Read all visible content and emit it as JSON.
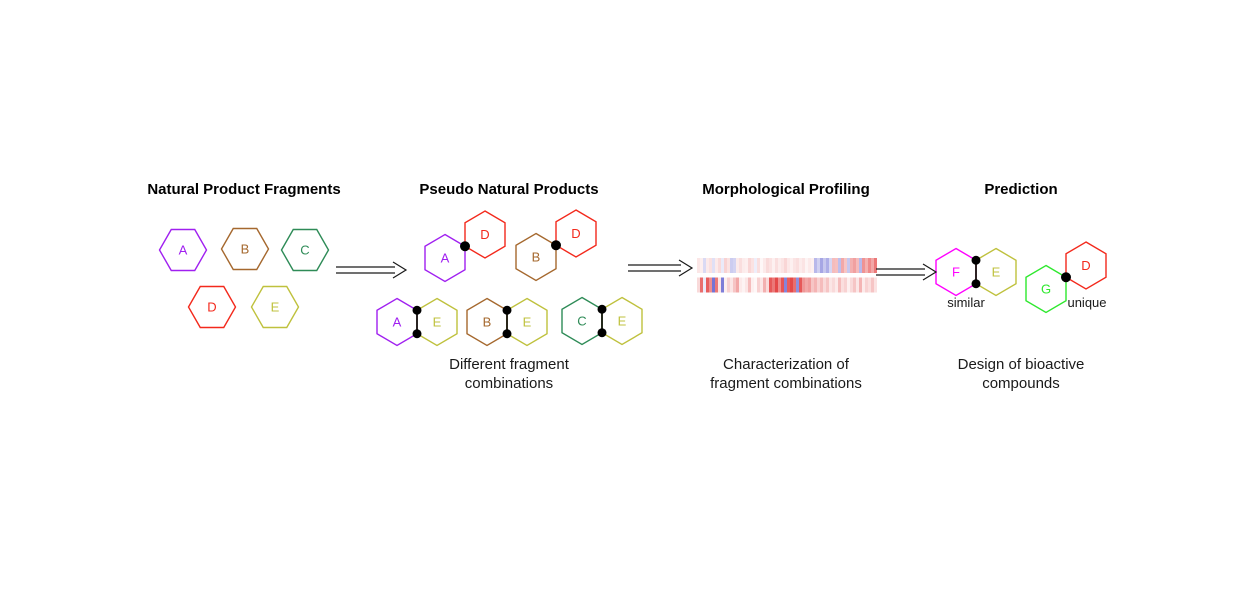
{
  "panels": {
    "fragments": {
      "title": "Natural Product Fragments",
      "singles": [
        "A",
        "B",
        "C",
        "D",
        "E"
      ]
    },
    "pseudo_np": {
      "title": "Pseudo Natural Products",
      "caption_lines": [
        "Different fragment",
        "combinations"
      ],
      "spiro_pairs": [
        [
          "A",
          "D"
        ],
        [
          "B",
          "D"
        ]
      ],
      "fused_pairs": [
        [
          "A",
          "E"
        ],
        [
          "B",
          "E"
        ],
        [
          "C",
          "E"
        ]
      ]
    },
    "profiling": {
      "title": "Morphological Profiling",
      "caption_lines": [
        "Characterization of",
        "fragment combinations"
      ],
      "positive_color": "#e03030",
      "negative_color": "#5555cc",
      "strip_rows": [
        [
          12,
          8,
          -22,
          10,
          15,
          -18,
          10,
          18,
          -12,
          22,
          14,
          -30,
          -26,
          10,
          16,
          9,
          8,
          20,
          14,
          -10,
          16,
          4,
          10,
          18,
          14,
          7,
          16,
          9,
          13,
          20,
          11,
          7,
          13,
          16,
          9,
          13,
          5,
          10,
          7,
          -42,
          -28,
          -52,
          -33,
          -48,
          -24,
          32,
          30,
          -38,
          42,
          28,
          -33,
          38,
          46,
          33,
          -42,
          52,
          38,
          56,
          42,
          65
        ],
        [
          18,
          70,
          -12,
          78,
          55,
          -82,
          65,
          12,
          -76,
          8,
          22,
          12,
          28,
          42,
          10,
          6,
          12,
          32,
          8,
          4,
          22,
          12,
          38,
          18,
          80,
          65,
          88,
          55,
          82,
          -72,
          78,
          88,
          70,
          -66,
          80,
          50,
          42,
          48,
          28,
          36,
          22,
          32,
          18,
          28,
          12,
          18,
          10,
          32,
          16,
          22,
          8,
          18,
          28,
          12,
          36,
          10,
          22,
          16,
          28,
          14
        ]
      ]
    },
    "prediction": {
      "title": "Prediction",
      "caption_lines": [
        "Design of bioactive",
        "compounds"
      ],
      "fused_pair": [
        "F",
        "E"
      ],
      "fused_label": "similar",
      "spiro_pair": [
        "G",
        "D"
      ],
      "spiro_label": "unique"
    }
  },
  "fragment_colors": {
    "A": "#a020f0",
    "B": "#a5682e",
    "C": "#2e8b57",
    "D": "#f3291c",
    "E": "#bfc13d",
    "F": "#ff00ff",
    "G": "#2ee82e"
  },
  "bond_color": "#000000",
  "arrow_color": "#1a1a1a"
}
